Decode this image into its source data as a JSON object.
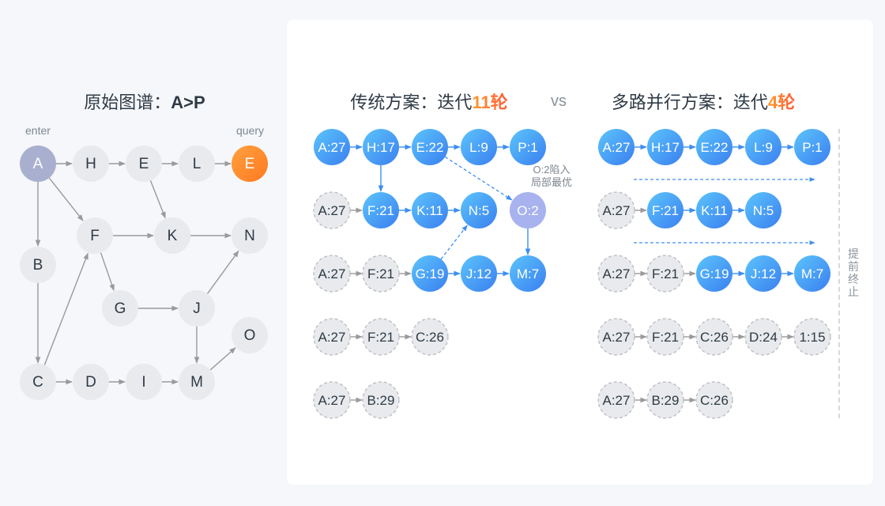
{
  "original": {
    "title_prefix": "原始图谱：",
    "title_highlight": "A>P",
    "enter_label": "enter",
    "query_label": "query",
    "nodes": {
      "A": "A",
      "H": "H",
      "E": "E",
      "L": "L",
      "Q": "E",
      "F": "F",
      "K": "K",
      "N": "N",
      "B": "B",
      "G": "G",
      "J": "J",
      "O": "O",
      "C": "C",
      "D": "D",
      "I": "I",
      "M": "M"
    },
    "edges": [
      [
        "A",
        "H"
      ],
      [
        "H",
        "E"
      ],
      [
        "E",
        "L"
      ],
      [
        "L",
        "Q"
      ],
      [
        "A",
        "B"
      ],
      [
        "A",
        "F"
      ],
      [
        "E",
        "K"
      ],
      [
        "F",
        "K"
      ],
      [
        "K",
        "N"
      ],
      [
        "B",
        "C"
      ],
      [
        "C",
        "F"
      ],
      [
        "F",
        "G"
      ],
      [
        "G",
        "J"
      ],
      [
        "J",
        "N"
      ],
      [
        "J",
        "M"
      ],
      [
        "C",
        "D"
      ],
      [
        "D",
        "I"
      ],
      [
        "I",
        "M"
      ],
      [
        "M",
        "O"
      ]
    ]
  },
  "traditional": {
    "title_prefix": "传统方案：迭代",
    "title_highlight": "11轮",
    "annotation_line1": "O:2陷入",
    "annotation_line2": "局部最优",
    "rows": [
      [
        {
          "label": "A:27",
          "state": "active"
        },
        {
          "label": "H:17",
          "state": "active"
        },
        {
          "label": "E:22",
          "state": "active"
        },
        {
          "label": "L:9",
          "state": "active"
        },
        {
          "label": "P:1",
          "state": "active"
        }
      ],
      [
        {
          "label": "A:27",
          "state": "visited"
        },
        {
          "label": "F:21",
          "state": "active"
        },
        {
          "label": "K:11",
          "state": "active"
        },
        {
          "label": "N:5",
          "state": "active"
        },
        {
          "label": "O:2",
          "state": "trapped",
          "no_link": true
        }
      ],
      [
        {
          "label": "A:27",
          "state": "visited"
        },
        {
          "label": "F:21",
          "state": "visited"
        },
        {
          "label": "G:19",
          "state": "active"
        },
        {
          "label": "J:12",
          "state": "active"
        },
        {
          "label": "M:7",
          "state": "active"
        }
      ],
      [
        {
          "label": "A:27",
          "state": "visited"
        },
        {
          "label": "F:21",
          "state": "visited"
        },
        {
          "label": "C:26",
          "state": "visited"
        }
      ],
      [
        {
          "label": "A:27",
          "state": "visited"
        },
        {
          "label": "B:29",
          "state": "visited"
        }
      ]
    ]
  },
  "vs_label": "vs",
  "parallel": {
    "title_prefix": "多路并行方案：迭代",
    "title_highlight": "4轮",
    "early_stop_label": "提前终止",
    "rows": [
      [
        {
          "label": "A:27",
          "state": "active"
        },
        {
          "label": "H:17",
          "state": "active"
        },
        {
          "label": "E:22",
          "state": "active"
        },
        {
          "label": "L:9",
          "state": "active"
        },
        {
          "label": "P:1",
          "state": "active"
        }
      ],
      [
        {
          "label": "A:27",
          "state": "visited"
        },
        {
          "label": "F:21",
          "state": "active"
        },
        {
          "label": "K:11",
          "state": "active"
        },
        {
          "label": "N:5",
          "state": "active"
        }
      ],
      [
        {
          "label": "A:27",
          "state": "visited"
        },
        {
          "label": "F:21",
          "state": "visited"
        },
        {
          "label": "G:19",
          "state": "active"
        },
        {
          "label": "J:12",
          "state": "active"
        },
        {
          "label": "M:7",
          "state": "active"
        }
      ],
      [
        {
          "label": "A:27",
          "state": "visited"
        },
        {
          "label": "F:21",
          "state": "visited"
        },
        {
          "label": "C:26",
          "state": "visited"
        },
        {
          "label": "D:24",
          "state": "visited"
        },
        {
          "label": "1:15",
          "state": "visited"
        }
      ],
      [
        {
          "label": "A:27",
          "state": "visited"
        },
        {
          "label": "B:29",
          "state": "visited"
        },
        {
          "label": "C:26",
          "state": "visited"
        }
      ]
    ]
  },
  "colors": {
    "active_start": "#5cc4fb",
    "active_end": "#3a7ff0",
    "visited": "#e8eaed",
    "enter": "#a9b0cf",
    "query": "#ff8a2a",
    "trapped": "#a7b2ee",
    "edge": "#9a9a9a",
    "blue_edge": "#3d8ef0"
  }
}
